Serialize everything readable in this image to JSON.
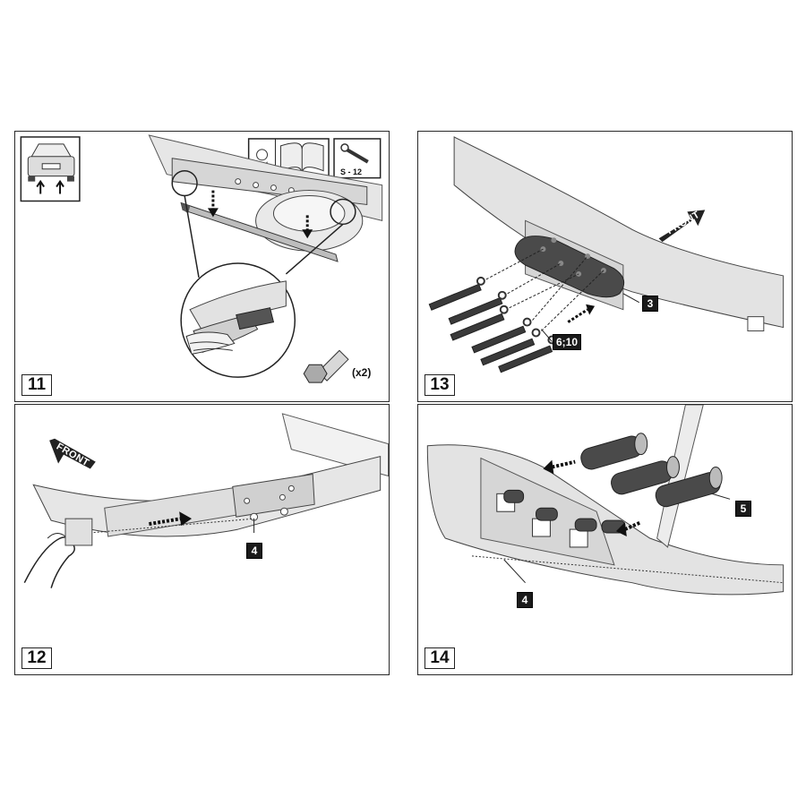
{
  "panels": [
    {
      "step": "11",
      "tags": [],
      "qty": "(x2)",
      "manual_tool_label": "S - 12"
    },
    {
      "step": "13",
      "tags": [
        "3",
        "6;10"
      ],
      "front": "FRONT"
    },
    {
      "step": "12",
      "tags": [
        "4"
      ],
      "front": "FRONT"
    },
    {
      "step": "14",
      "tags": [
        "5",
        "4"
      ]
    }
  ],
  "colors": {
    "line": "#2a2a2a",
    "part": "#4a4a4a",
    "beam": "#dcdcdc",
    "tag_bg": "#1a1a1a"
  }
}
